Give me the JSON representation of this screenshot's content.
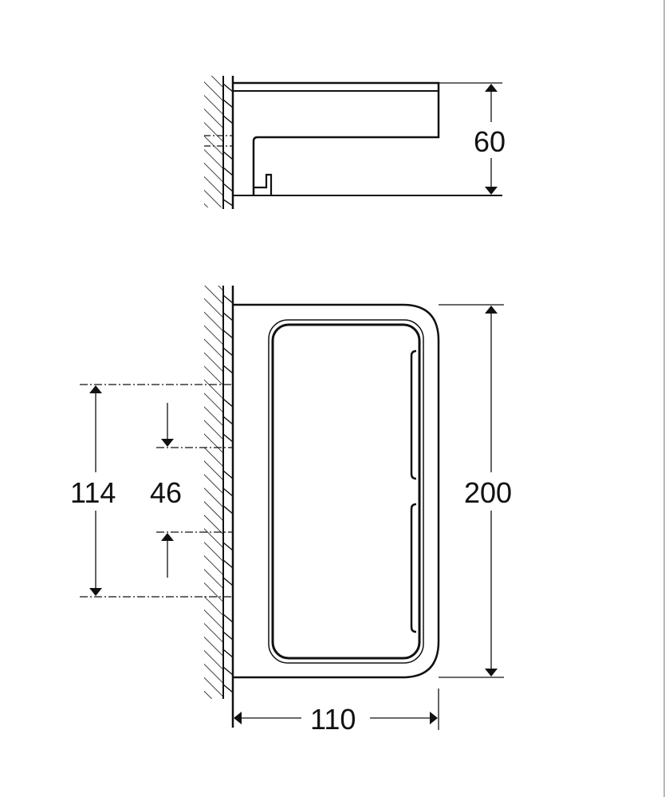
{
  "drawing": {
    "type": "technical dimension drawing",
    "subject": "wall-mounted holder",
    "views": [
      "side-view",
      "front-view"
    ],
    "line_color": "#111111",
    "background": "#ffffff"
  },
  "dimensions": {
    "side_height": "60",
    "front_height": "200",
    "width": "110",
    "mounting_span": "114",
    "hole_spacing": "46"
  },
  "units_implied": "mm"
}
